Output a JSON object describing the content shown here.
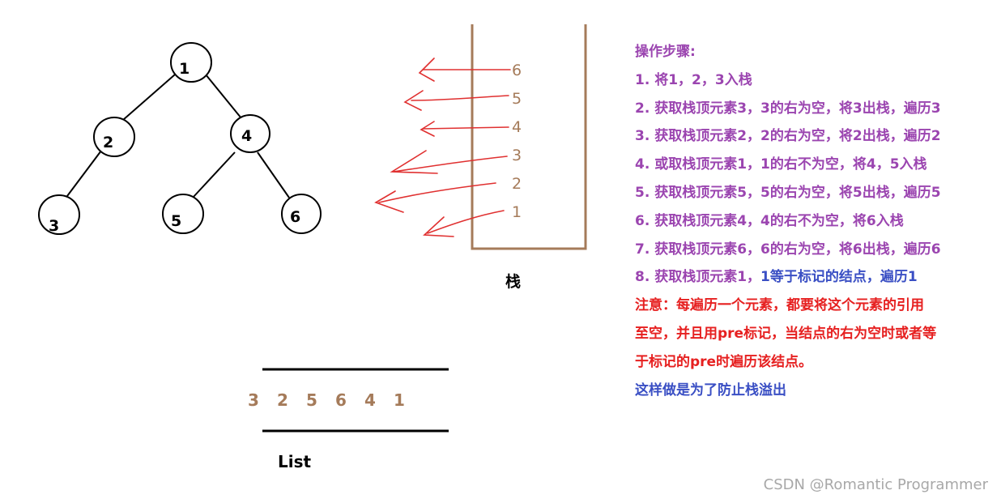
{
  "tree": {
    "nodes": [
      {
        "id": "1",
        "label": "1"
      },
      {
        "id": "2",
        "label": "2"
      },
      {
        "id": "3",
        "label": "3"
      },
      {
        "id": "4",
        "label": "4"
      },
      {
        "id": "5",
        "label": "5"
      },
      {
        "id": "6",
        "label": "6"
      }
    ]
  },
  "stack": {
    "title": "栈",
    "items": [
      "6",
      "5",
      "4",
      "3",
      "2",
      "1"
    ]
  },
  "list": {
    "label": "List",
    "values": [
      "3",
      "2",
      "5",
      "6",
      "4",
      "1"
    ]
  },
  "steps": {
    "heading": "操作步骤:",
    "lines": [
      "1. 将1，2，3入栈",
      "2. 获取栈顶元素3，3的右为空，将3出栈，遍历3",
      "3. 获取栈顶元素2，2的右为空，将2出栈，遍历2",
      "4. 或取栈顶元素1，1的右不为空，将4，5入栈",
      "5. 获取栈顶元素5，5的右为空，将5出栈，遍历5",
      "6. 获取栈顶元素4，4的右不为空，将6入栈",
      "7. 获取栈顶元素6，6的右为空，将6出栈，遍历6"
    ],
    "step8_prefix": "8. 获取栈顶元素1，",
    "step8_suffix": "1等于标记的结点，遍历1",
    "note_lines": [
      "注意：每遍历一个元素，都要将这个元素的引用",
      "至空，并且用pre标记，当结点的右为空时或者等",
      "于标记的pre时遍历该结点。"
    ],
    "footer": "这样做是为了防止栈溢出"
  },
  "watermark": "CSDN @Romantic Programmer",
  "colors": {
    "purple": "#9b45b0",
    "blue": "#3a4fc4",
    "red": "#e62020",
    "brown": "#a57b5a",
    "arrow_red": "#e03030"
  }
}
